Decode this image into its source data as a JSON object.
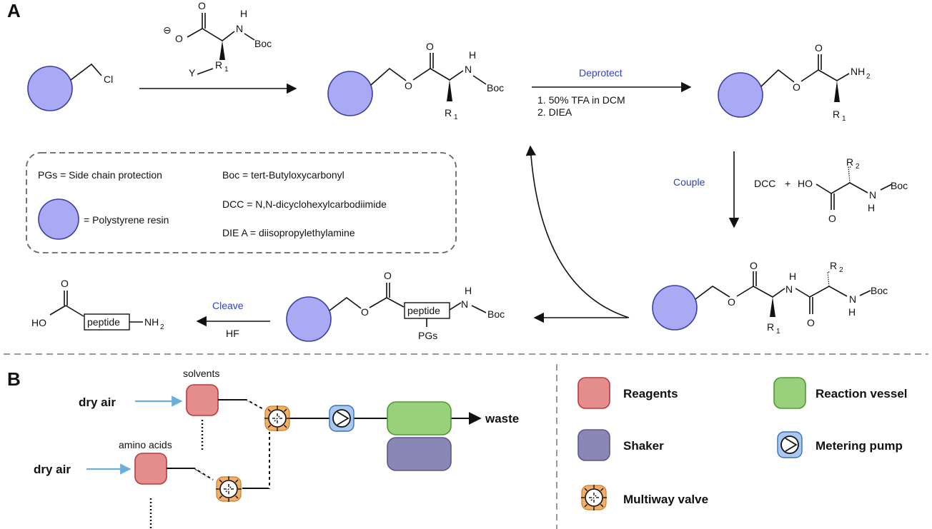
{
  "panels": {
    "a": "A",
    "b": "B"
  },
  "colors": {
    "resin": "#a9aaf3",
    "reagents": "#e58c8d",
    "reaction_vessel": "#99d07b",
    "shaker": "#8a86b5",
    "pump": "#a9c8f0",
    "valve": "#f2b067",
    "step_label": "#2b3fd6"
  },
  "scheme": {
    "chloride": "Cl",
    "aa1": {
      "anion": "⊖",
      "o": "O",
      "h": "H",
      "n": "N",
      "boc": "Boc",
      "y": "Y",
      "r": "R",
      "r_sub": "1"
    },
    "ester1": {
      "o": "O",
      "h": "H",
      "n": "N",
      "boc": "Boc",
      "r": "R",
      "r_sub": "1"
    },
    "deprotect": {
      "label": "Deprotect",
      "step1": "1. 50%  TFA  in DCM",
      "step2": "2. DIEA"
    },
    "amine": {
      "o": "O",
      "nh2": "NH",
      "nh2_sub": "2",
      "r": "R",
      "r_sub": "1"
    },
    "couple": {
      "label": "Couple",
      "dcc": "DCC",
      "plus": "+",
      "ho": "HO",
      "o": "O",
      "n": "N",
      "h": "H",
      "boc": "Boc",
      "r": "R",
      "r_sub": "2"
    },
    "dipeptide": {
      "o": "O",
      "h": "H",
      "n": "N",
      "boc": "Boc",
      "r1": "R",
      "r1_sub": "1",
      "r2": "R",
      "r2_sub": "2"
    },
    "protected": {
      "o": "O",
      "peptide": "peptide",
      "h": "H",
      "n": "N",
      "boc": "Boc",
      "pgs": "PGs"
    },
    "cleave": {
      "label": "Cleave",
      "reagent": "HF"
    },
    "product": {
      "o": "O",
      "ho": "HO",
      "peptide": "peptide",
      "nh2": "NH",
      "nh2_sub": "2"
    }
  },
  "legend_a": {
    "pgs": "PGs = Side chain protection",
    "resin": "= Polystyrene resin",
    "boc": "Boc = tert-Butyloxycarbonyl",
    "dcc": "DCC = N,N-dicyclohexylcarbodiimide",
    "diea": "DIE A = diisopropylethylamine"
  },
  "setup_b": {
    "dry_air_1": "dry air",
    "dry_air_2": "dry air",
    "solvents": "solvents",
    "amino_acids": "amino acids",
    "waste": "waste"
  },
  "legend_b": {
    "reagents": "Reagents",
    "reaction_vessel": "Reaction vessel",
    "shaker": "Shaker",
    "metering_pump": "Metering pump",
    "multiway_valve": "Multiway valve"
  }
}
